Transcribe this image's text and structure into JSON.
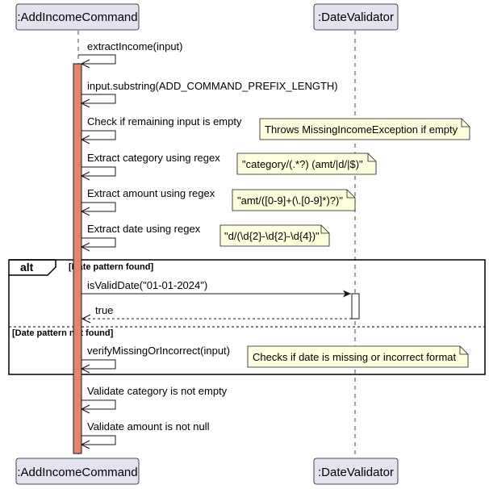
{
  "participants": {
    "add_income_command": ":AddIncomeCommand",
    "date_validator": ":DateValidator"
  },
  "messages": {
    "extract_income": "extractIncome(input)",
    "substring": "input.substring(ADD_COMMAND_PREFIX_LENGTH)",
    "check_empty": "Check if remaining input is empty",
    "extract_category": "Extract category using regex",
    "extract_amount": "Extract amount using regex",
    "extract_date": "Extract date using regex",
    "is_valid_date": "isValidDate(\"01-01-2024\")",
    "return_true": "true",
    "verify_missing": "verifyMissingOrIncorrect(input)",
    "validate_category": "Validate category is not empty",
    "validate_amount": "Validate amount is not null"
  },
  "notes": {
    "throws": "Throws MissingIncomeException if empty",
    "category_regex": "\"category/(.*?) (amt/|d/|$)\"",
    "amount_regex": "\"amt/([0-9]+(\\.[0-9]*)?)\"",
    "date_regex": "\"d/(\\d{2}-\\d{2}-\\d{4})\"",
    "checks_date": "Checks if date is missing or incorrect format"
  },
  "alt_fragment": {
    "label": "alt",
    "guard_found": "[Date pattern found]",
    "guard_not_found": "[Date pattern not found]"
  },
  "colors": {
    "participant_fill": "#E2E2F0",
    "participant_stroke": "#181818",
    "activation_fill": "#E2856E",
    "note_fill": "#FEFFDD",
    "line": "#181818"
  }
}
